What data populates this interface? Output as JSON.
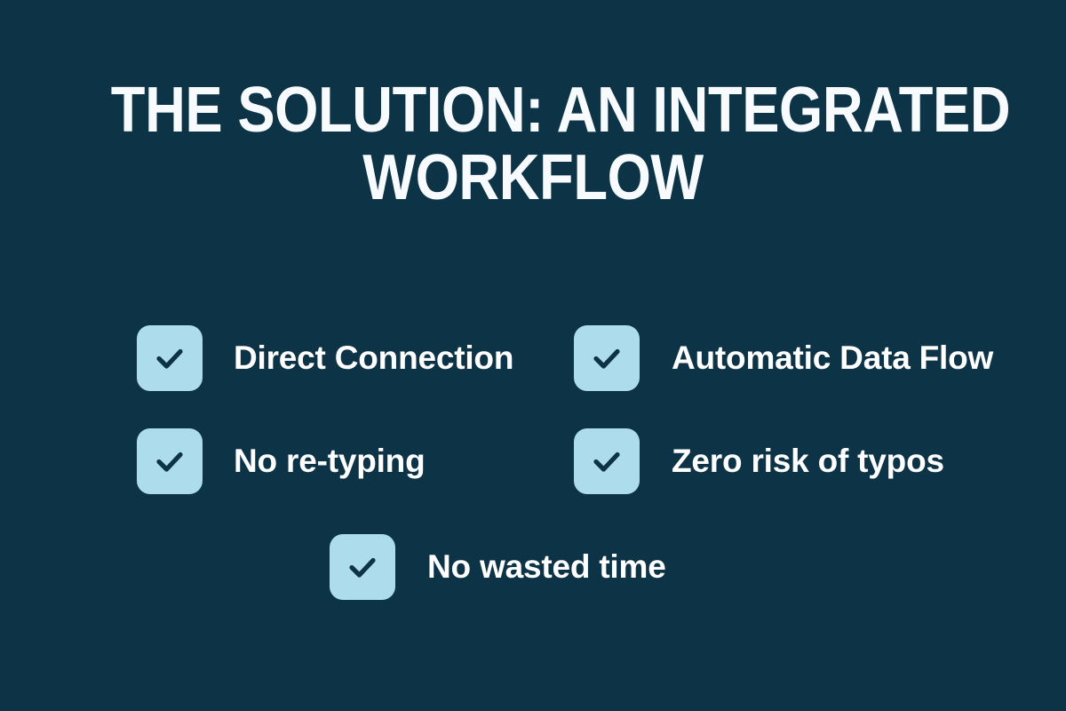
{
  "slide": {
    "background_color": "#0d3347",
    "title": {
      "line_1": "THE SOLUTION: AN INTEGRATED",
      "line_2": "WORKFLOW",
      "color": "#f7fbfd"
    },
    "checkbox_style": {
      "fill_color": "#addcec",
      "check_color": "#0d3347",
      "icon": "check-icon"
    },
    "checklist": {
      "rows": [
        {
          "left": {
            "label": "Direct Connection"
          },
          "right": {
            "label": "Automatic Data Flow"
          }
        },
        {
          "left": {
            "label": "No re-typing"
          },
          "right": {
            "label": "Zero risk of typos"
          }
        },
        {
          "center": {
            "label": "No wasted time"
          }
        }
      ]
    }
  }
}
